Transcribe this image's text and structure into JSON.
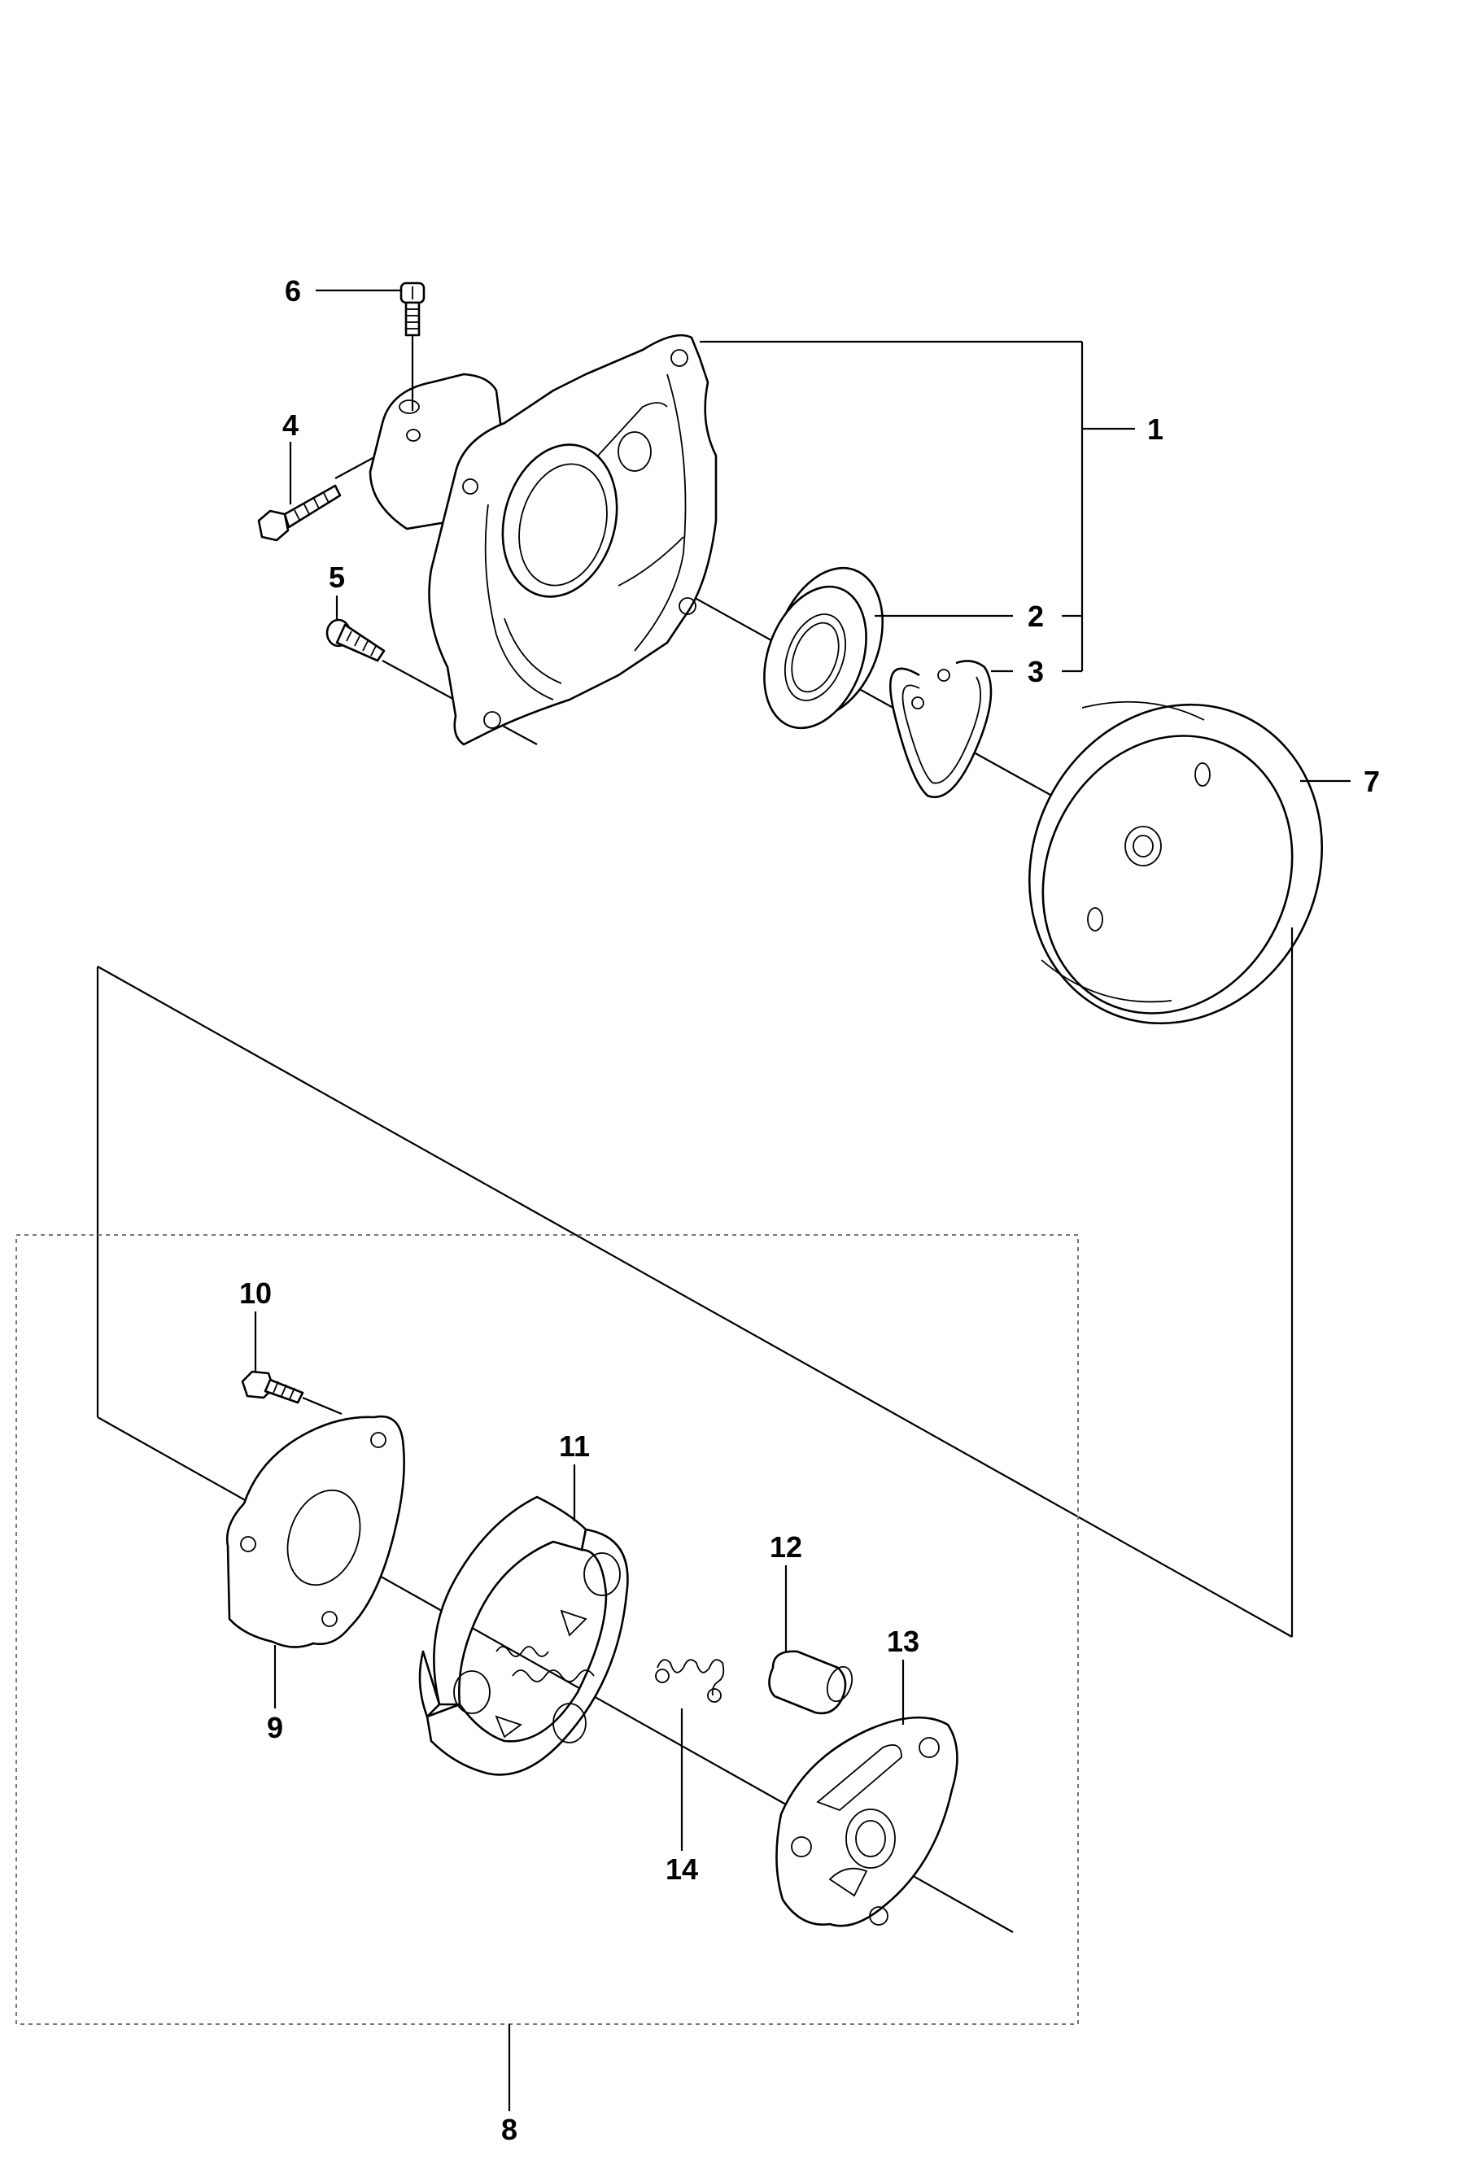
{
  "diagram": {
    "callouts": [
      {
        "id": "1",
        "label": "1"
      },
      {
        "id": "2",
        "label": "2"
      },
      {
        "id": "3",
        "label": "3"
      },
      {
        "id": "4",
        "label": "4"
      },
      {
        "id": "5",
        "label": "5"
      },
      {
        "id": "6",
        "label": "6"
      },
      {
        "id": "7",
        "label": "7"
      },
      {
        "id": "8",
        "label": "8"
      },
      {
        "id": "9",
        "label": "9"
      },
      {
        "id": "10",
        "label": "10"
      },
      {
        "id": "11",
        "label": "11"
      },
      {
        "id": "12",
        "label": "12"
      },
      {
        "id": "13",
        "label": "13"
      },
      {
        "id": "14",
        "label": "14"
      }
    ],
    "colors": {
      "line": "#000000",
      "background": "#ffffff",
      "subassembly_box": "#777777"
    }
  }
}
